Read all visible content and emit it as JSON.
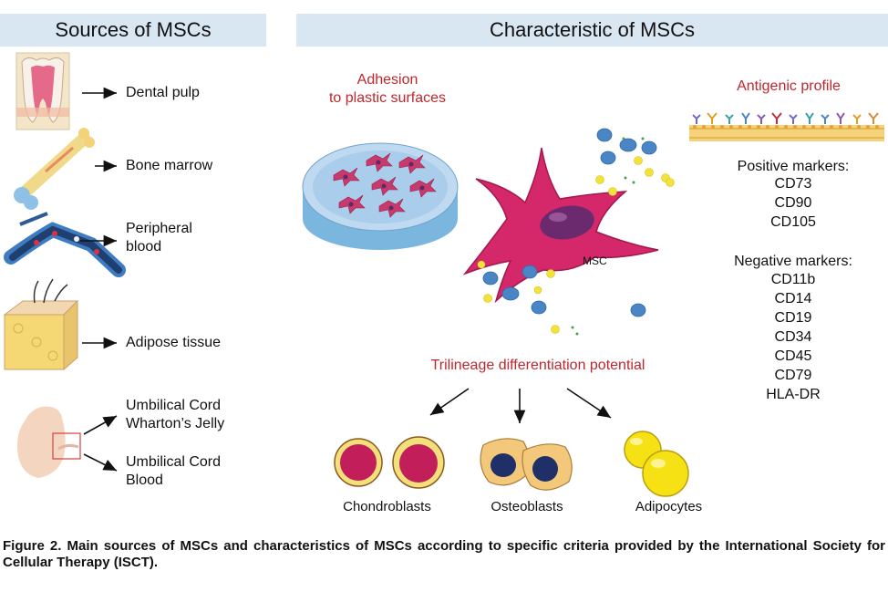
{
  "left_panel": {
    "title": "Sources of MSCs",
    "sources": [
      "Dental pulp",
      "Bone marrow",
      "Peripheral",
      "blood",
      "Adipose tissue",
      "Umbilical Cord",
      "Wharton’s Jelly",
      "Umbilical Cord",
      "Blood"
    ]
  },
  "right_panel": {
    "title": "Characteristic of MSCs",
    "adhesion_line1": "Adhesion",
    "adhesion_line2": "to plastic surfaces",
    "antigenic_title": "Antigenic profile",
    "cell_label": "MSC",
    "positive_title": "Positive markers:",
    "positive_markers": [
      "CD73",
      "CD90",
      "CD105"
    ],
    "negative_title": "Negative markers:",
    "negative_markers": [
      "CD11b",
      "CD14",
      "CD19",
      "CD34",
      "CD45",
      "CD79",
      "HLA-DR"
    ],
    "trilineage_title": "Trilineage  differentiation potential",
    "lineages": [
      "Chondroblasts",
      "Osteoblasts",
      "Adipocytes"
    ]
  },
  "caption": {
    "text": "Figure 2. Main sources of MSCs and characteristics of MSCs according to specific criteria provided by the International Society for Cellular Therapy (ISCT)."
  },
  "colors": {
    "banner": "#d9e7f3",
    "accent_red": "#c0272d",
    "msc_cell": "#d5286a",
    "nucleus": "#6b2a6e",
    "blue_dot": "#4a86c5",
    "yellow_dot": "#f2e33c"
  }
}
